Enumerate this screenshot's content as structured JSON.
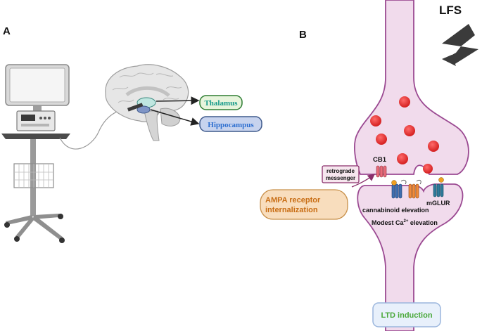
{
  "panels": {
    "a_label": "A",
    "b_label": "B"
  },
  "brain_regions": {
    "thalamus": "Thalamus",
    "hippocampus": "Hippocampus"
  },
  "stimulus": {
    "label": "LFS"
  },
  "synapse": {
    "cb1_label": "CB1",
    "retrograde_messenger": [
      "retrograde",
      "messenger"
    ],
    "mglur_label": "mGLUR",
    "cannabinoid_label": "cannabinoid elevation",
    "calcium_label_prefix": "Modest Ca",
    "calcium_label_sup": "2+",
    "calcium_label_suffix": " elevation",
    "ampa_label": [
      "AMPA receptor",
      "internalization"
    ],
    "ltd_label": "LTD induction"
  },
  "colors": {
    "thalamus_fill": "#e7f4dc",
    "thalamus_border": "#2e7d32",
    "thalamus_text": "#159a8a",
    "hippocampus_fill": "#c7d3ee",
    "hippocampus_border": "#3f5a8c",
    "hippocampus_text": "#2e6fd0",
    "axon_fill": "#f1dbec",
    "membrane": "#9b4a92",
    "vesicle": "#e02b2b",
    "ampa_box_fill": "#f8ddbd",
    "ampa_text": "#c86d14",
    "ltd_box_fill": "#e8f0fb",
    "ltd_text": "#4aa83a"
  }
}
